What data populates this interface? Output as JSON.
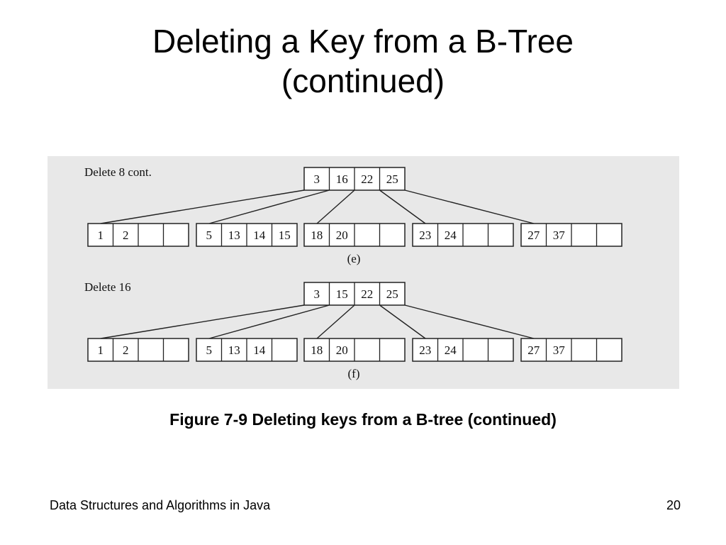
{
  "slide": {
    "title_line1": "Deleting a Key from a B-Tree",
    "title_line2": "(continued)",
    "caption": "Figure 7-9 Deleting keys from a B-tree (continued)",
    "footer_left": "Data Structures and Algorithms in Java",
    "page_number": "20"
  },
  "diagram": {
    "slots_per_node": 4,
    "stages": [
      {
        "heading": "Delete 8 cont.",
        "label": "(e)",
        "root": [
          "3",
          "16",
          "22",
          "25"
        ],
        "leaves": [
          [
            "1",
            "2",
            "",
            ""
          ],
          [
            "5",
            "13",
            "14",
            "15"
          ],
          [
            "18",
            "20",
            "",
            ""
          ],
          [
            "23",
            "24",
            "",
            ""
          ],
          [
            "27",
            "37",
            "",
            ""
          ]
        ]
      },
      {
        "heading": "Delete 16",
        "label": "(f)",
        "root": [
          "3",
          "15",
          "22",
          "25"
        ],
        "leaves": [
          [
            "1",
            "2",
            "",
            ""
          ],
          [
            "5",
            "13",
            "14",
            ""
          ],
          [
            "18",
            "20",
            "",
            ""
          ],
          [
            "23",
            "24",
            "",
            ""
          ],
          [
            "27",
            "37",
            "",
            ""
          ]
        ]
      }
    ]
  }
}
